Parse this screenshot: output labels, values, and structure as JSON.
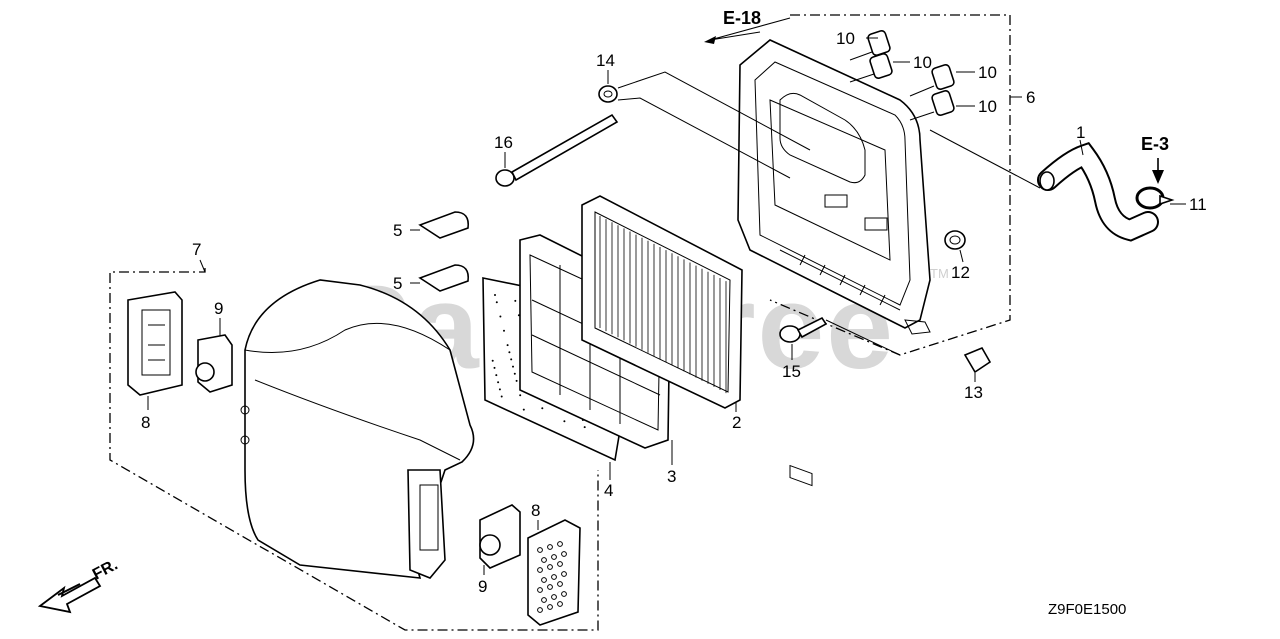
{
  "watermark": {
    "text": "PartsTree",
    "tm": "TM"
  },
  "diagram_code": "Z9F0E1500",
  "direction": {
    "label": "FR."
  },
  "refs": {
    "e18": "E-18",
    "e3": "E-3"
  },
  "callouts": {
    "c1": "1",
    "c2": "2",
    "c3": "3",
    "c4": "4",
    "c5a": "5",
    "c5b": "5",
    "c6": "6",
    "c7": "7",
    "c8a": "8",
    "c8b": "8",
    "c9a": "9",
    "c9b": "9",
    "c10a": "10",
    "c10b": "10",
    "c10c": "10",
    "c10d": "10",
    "c11": "11",
    "c12": "12",
    "c13": "13",
    "c14": "14",
    "c15": "15",
    "c16": "16"
  }
}
